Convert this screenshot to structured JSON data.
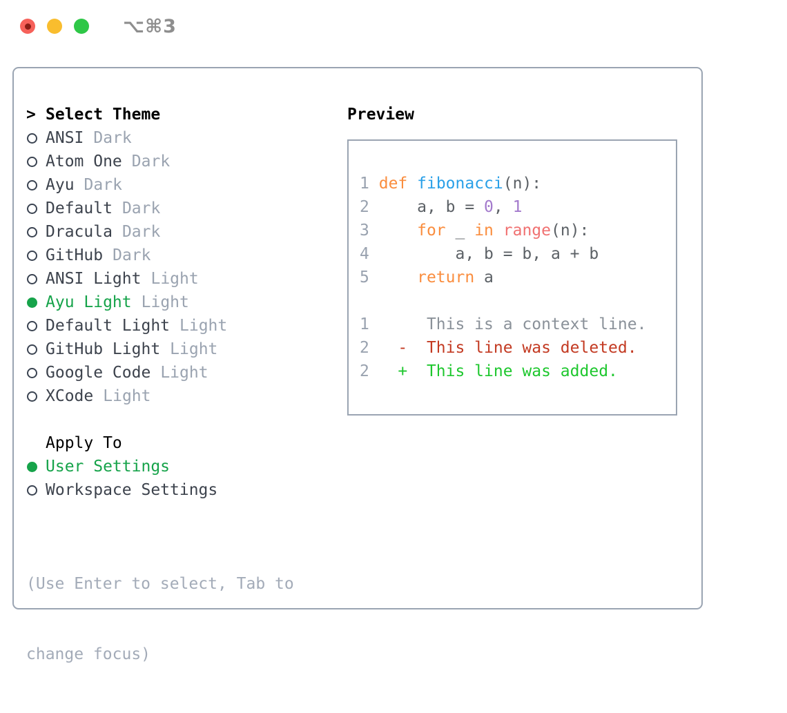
{
  "titlebar": {
    "title": "⌥⌘3",
    "buttons": [
      "close",
      "minimize",
      "zoom"
    ]
  },
  "panel": {
    "theme_list": {
      "header_marker": ">",
      "header": "Select Theme",
      "items": [
        {
          "name": "ANSI",
          "tag": "Dark",
          "selected": false
        },
        {
          "name": "Atom One",
          "tag": "Dark",
          "selected": false
        },
        {
          "name": "Ayu",
          "tag": "Dark",
          "selected": false
        },
        {
          "name": "Default",
          "tag": "Dark",
          "selected": false
        },
        {
          "name": "Dracula",
          "tag": "Dark",
          "selected": false
        },
        {
          "name": "GitHub",
          "tag": "Dark",
          "selected": false
        },
        {
          "name": "ANSI Light",
          "tag": "Light",
          "selected": false
        },
        {
          "name": "Ayu Light",
          "tag": "Light",
          "selected": true
        },
        {
          "name": "Default Light",
          "tag": "Light",
          "selected": false
        },
        {
          "name": "GitHub Light",
          "tag": "Light",
          "selected": false
        },
        {
          "name": "Google Code",
          "tag": "Light",
          "selected": false
        },
        {
          "name": "XCode",
          "tag": "Light",
          "selected": false
        }
      ]
    },
    "apply_to": {
      "header": "Apply To",
      "options": [
        {
          "label": "User Settings",
          "selected": true
        },
        {
          "label": "Workspace Settings",
          "selected": false
        }
      ]
    },
    "help": [
      "(Use Enter to select, Tab to",
      "change focus)"
    ],
    "preview": {
      "header": "Preview",
      "token_colors": {
        "ln": "#99a2af",
        "tx": "#5c6166",
        "kw": "#fa8d3e",
        "fn": "#2aa0e8",
        "num": "#a37acc",
        "rng": "#f07171",
        "ctx": "#8a9199",
        "del": "#c33a22",
        "add": "#1ec72e"
      },
      "code_lines": [
        [
          {
            "t": "1",
            "c": "ln"
          },
          {
            "t": " ",
            "c": "tx"
          },
          {
            "t": "def",
            "c": "kw"
          },
          {
            "t": " ",
            "c": "tx"
          },
          {
            "t": "fibonacci",
            "c": "fn"
          },
          {
            "t": "(n):",
            "c": "tx"
          }
        ],
        [
          {
            "t": "2",
            "c": "ln"
          },
          {
            "t": "     a, b = ",
            "c": "tx"
          },
          {
            "t": "0",
            "c": "num"
          },
          {
            "t": ", ",
            "c": "tx"
          },
          {
            "t": "1",
            "c": "num"
          }
        ],
        [
          {
            "t": "3",
            "c": "ln"
          },
          {
            "t": "     ",
            "c": "tx"
          },
          {
            "t": "for",
            "c": "kw"
          },
          {
            "t": " _ ",
            "c": "tx"
          },
          {
            "t": "in",
            "c": "kw"
          },
          {
            "t": " ",
            "c": "tx"
          },
          {
            "t": "range",
            "c": "rng"
          },
          {
            "t": "(n):",
            "c": "tx"
          }
        ],
        [
          {
            "t": "4",
            "c": "ln"
          },
          {
            "t": "         a, b = b, a + b",
            "c": "tx"
          }
        ],
        [
          {
            "t": "5",
            "c": "ln"
          },
          {
            "t": "     ",
            "c": "tx"
          },
          {
            "t": "return",
            "c": "kw"
          },
          {
            "t": " a",
            "c": "tx"
          }
        ],
        [],
        [
          {
            "t": "1",
            "c": "ln"
          },
          {
            "t": "      This is a context line.",
            "c": "ctx"
          }
        ],
        [
          {
            "t": "2",
            "c": "ln"
          },
          {
            "t": "   ",
            "c": "tx"
          },
          {
            "t": "-  This line was deleted.",
            "c": "del"
          }
        ],
        [
          {
            "t": "2",
            "c": "ln"
          },
          {
            "t": "   ",
            "c": "tx"
          },
          {
            "t": "+  This line was added.",
            "c": "add"
          }
        ]
      ]
    }
  },
  "colors": {
    "accent_green": "#16a34a",
    "panel_border": "#9aa4b2",
    "text_dark": "#3d434d",
    "text_black": "#000000",
    "tag_gray": "#9aa3b0",
    "help_gray": "#a3abb8",
    "titlebar_gray": "#8e8e8e",
    "light_red": "#f6615a",
    "light_red_dot": "#8a1d16",
    "light_yellow": "#f9bd2e",
    "light_green": "#2ec747"
  }
}
